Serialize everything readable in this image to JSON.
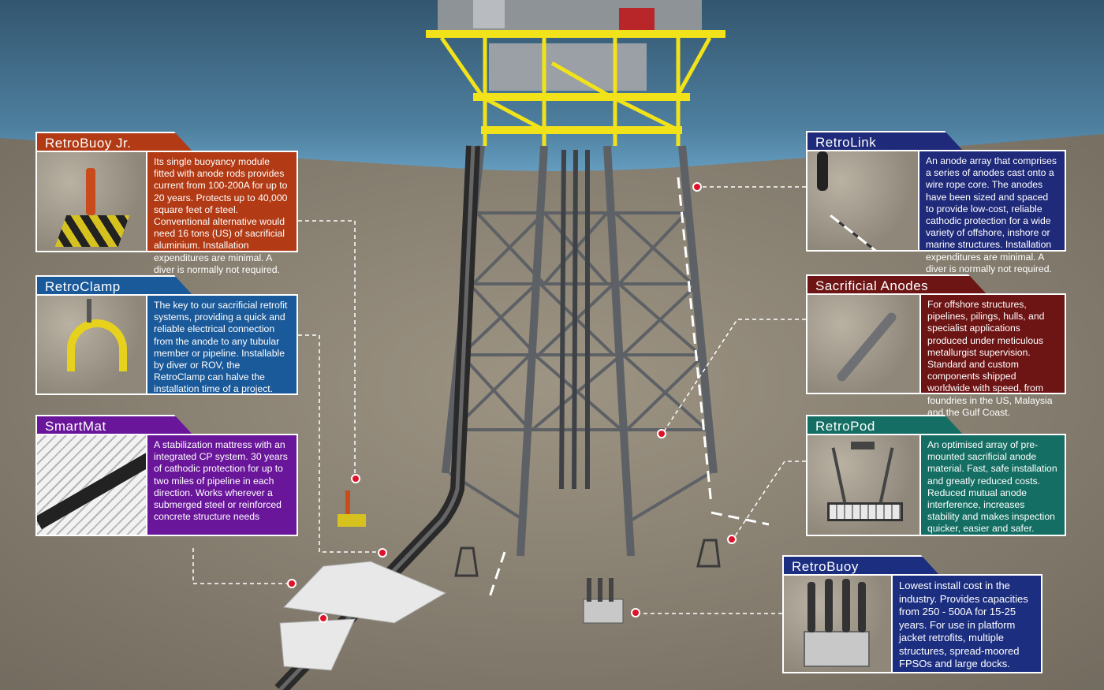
{
  "panels": {
    "retrobuoy_jr": {
      "title": "RetroBuoy Jr.",
      "text": "Its single buoyancy module fitted with anode rods provides current from 100-200A for up to 20 years. Protects up to 40,000 square feet of steel. Conventional alternative would need 16 tons (US) of sacrificial aluminium. Installation expenditures are minimal. A diver is normally not required.",
      "color": "#b23a14"
    },
    "retroclamp": {
      "title": "RetroClamp",
      "text": "The key to our sacrificial retrofit systems, providing a quick and reliable electrical connection from the anode to any tubular member or pipeline. Installable by diver or ROV, the RetroClamp can halve the installation time of a project.",
      "color": "#1b5a9a"
    },
    "smartmat": {
      "title": "SmartMat",
      "text": "A stabilization mattress with an integrated CP system. 30 years of cathodic protection for up to two miles of pipeline in each direction. Works wherever a submerged steel or reinforced concrete structure needs",
      "color": "#6a169b"
    },
    "retrolink": {
      "title": "RetroLink",
      "text": "An anode array that comprises a series of anodes cast onto a wire rope core. The anodes have been sized and spaced to provide low-cost, reliable cathodic protection for a wide variety of offshore, inshore or marine structures. Installation expenditures are minimal. A diver is normally not required.",
      "color": "#1f2a7a"
    },
    "sacrificial_anodes": {
      "title": "Sacrificial Anodes",
      "text": "For offshore structures, pipelines, pilings, hulls, and specialist applications   produced under meticulous metallurgist supervision. Standard and custom components shipped worldwide with speed, from foundries in the US, Malaysia and the Gulf Coast.",
      "color": "#6d1414"
    },
    "retropod": {
      "title": "RetroPod",
      "text": "An optimised array of pre-mounted sacrificial anode material. Fast, safe installation and greatly reduced costs. Reduced mutual anode interference, increases stability and makes inspection quicker, easier and safer.",
      "color": "#146e63"
    },
    "retrobuoy": {
      "title": "RetroBuoy",
      "text": "Lowest install cost in the industry. Provides capacities from 250 - 500A for 15-25 years. For use in platform jacket retrofits, multiple structures, spread-moored FPSOs and large docks.",
      "color": "#1c2e80"
    }
  },
  "colors": {
    "sea": "#3f6f90",
    "seabed": "#8a8172",
    "platform_deck": "#f2e21a",
    "jacket_steel": "#5d6166",
    "marker": "#e0122a"
  }
}
